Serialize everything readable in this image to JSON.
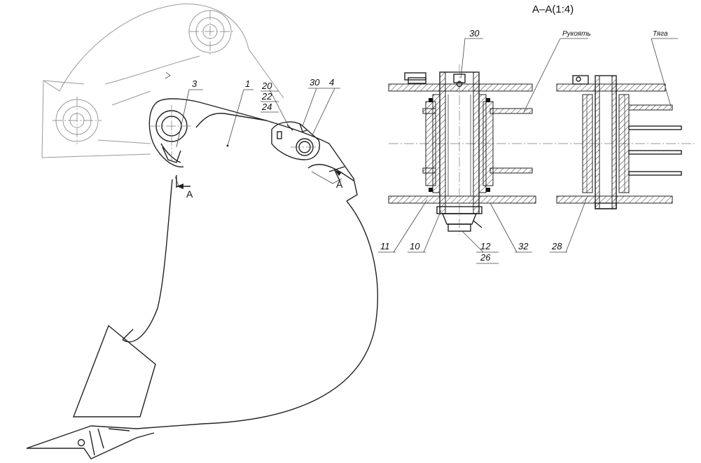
{
  "section_title": "А–А(1:4)",
  "section_marks": [
    "А",
    "А"
  ],
  "callouts_main": [
    "3",
    "1",
    "20",
    "22",
    "24",
    "30",
    "4"
  ],
  "callouts_section_top": [
    "30"
  ],
  "callouts_section_bottom": [
    "11",
    "10",
    "12",
    "26",
    "32",
    "28"
  ],
  "labels": {
    "handle": "Рукоять",
    "link": "Тяга"
  }
}
